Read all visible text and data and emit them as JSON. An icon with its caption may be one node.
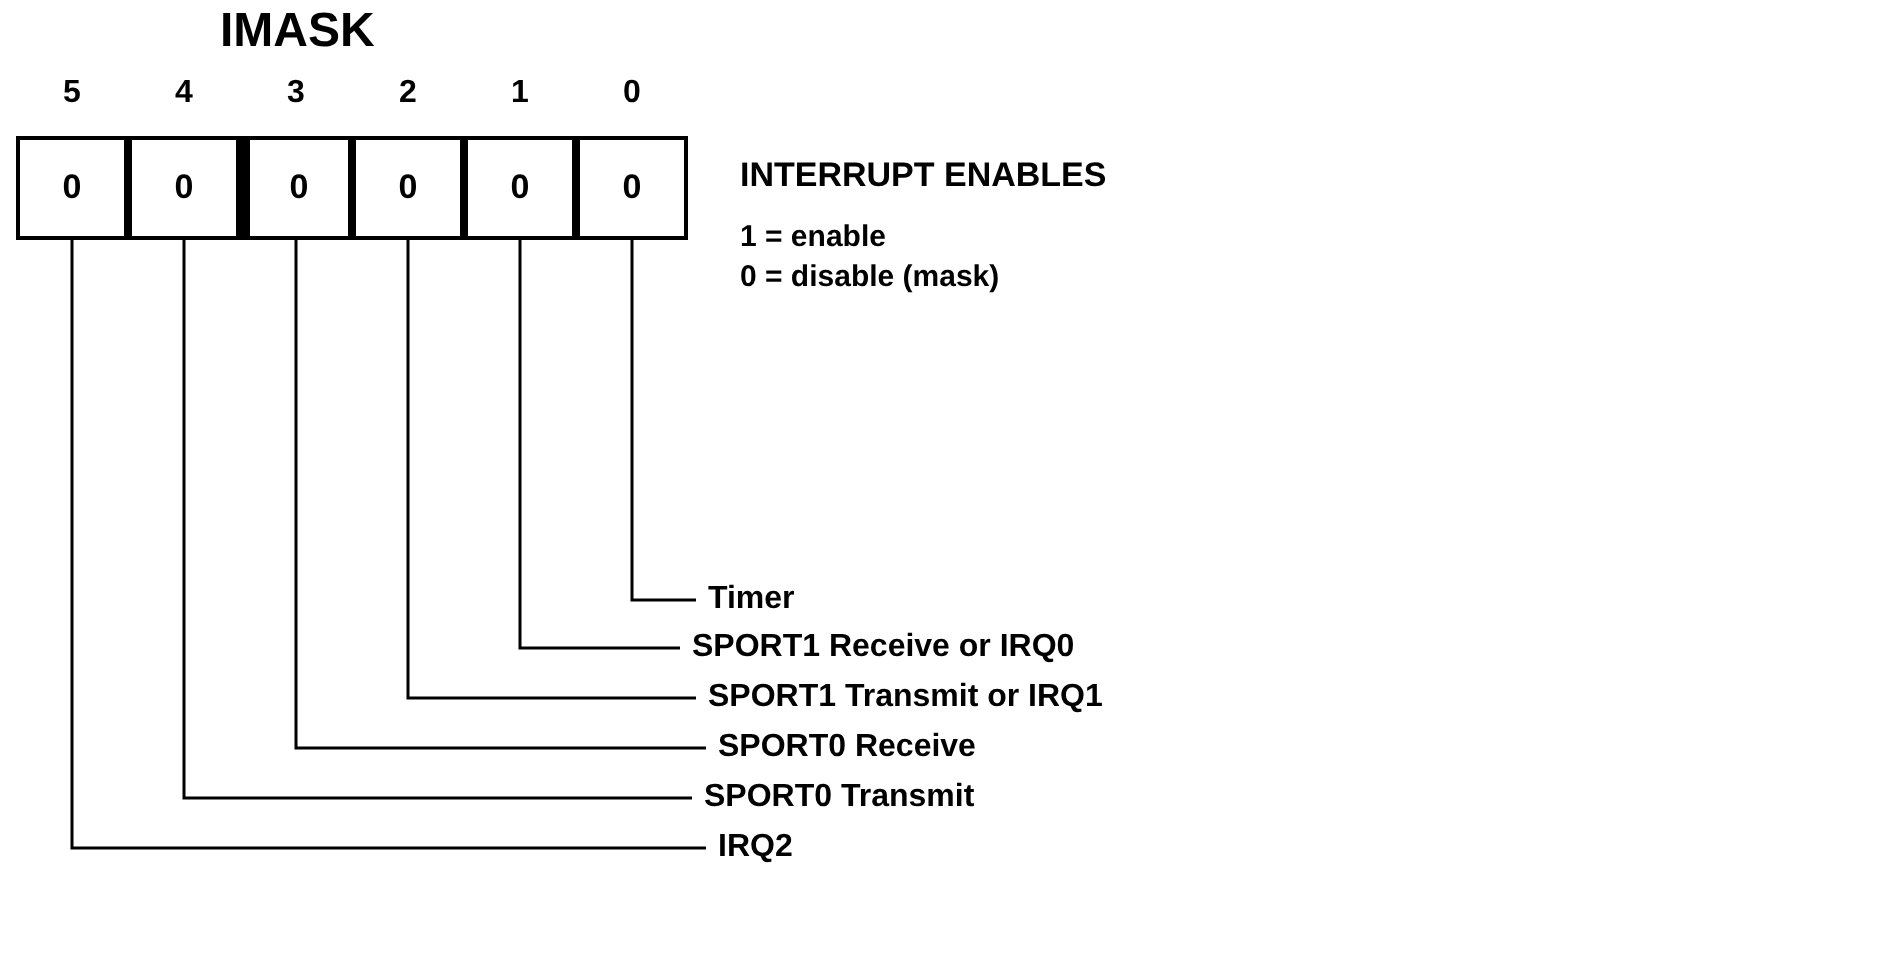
{
  "diagram": {
    "title": "IMASK",
    "nodes": [
      {
        "text": [
          "0"
        ],
        "beside": [
          "5"
        ]
      },
      {
        "text": [
          "0"
        ],
        "beside": [
          "4"
        ]
      },
      {
        "text": [
          "0"
        ],
        "beside": [
          "3"
        ]
      },
      {
        "text": [
          "0"
        ],
        "beside": [
          "2"
        ]
      },
      {
        "text": [
          "0"
        ],
        "beside": [
          "1"
        ]
      },
      {
        "text": [
          "0"
        ],
        "beside": [
          "0"
        ]
      },
      {
        "text": [
          "Timer"
        ]
      },
      {
        "text": [
          "SPORT1 Receive or IRQ0"
        ]
      },
      {
        "text": [
          "SPORT1 Transmit or IRQ1"
        ]
      },
      {
        "text": [
          "SPORT0 Receive"
        ]
      },
      {
        "text": [
          "SPORT0 Transmit"
        ]
      },
      {
        "text": [
          "IRQ2"
        ]
      }
    ],
    "edges": [
      {
        "from": 5,
        "to": 6,
        "arrow": "none"
      },
      {
        "from": 4,
        "to": 7,
        "arrow": "none"
      },
      {
        "from": 3,
        "to": 8,
        "arrow": "none"
      },
      {
        "from": 2,
        "to": 9,
        "arrow": "none"
      },
      {
        "from": 1,
        "to": 10,
        "arrow": "none"
      },
      {
        "from": 0,
        "to": 11,
        "arrow": "none"
      }
    ],
    "labels": [
      "INTERRUPT ENABLES",
      "1 = enable",
      "0 = disable (mask)"
    ]
  }
}
